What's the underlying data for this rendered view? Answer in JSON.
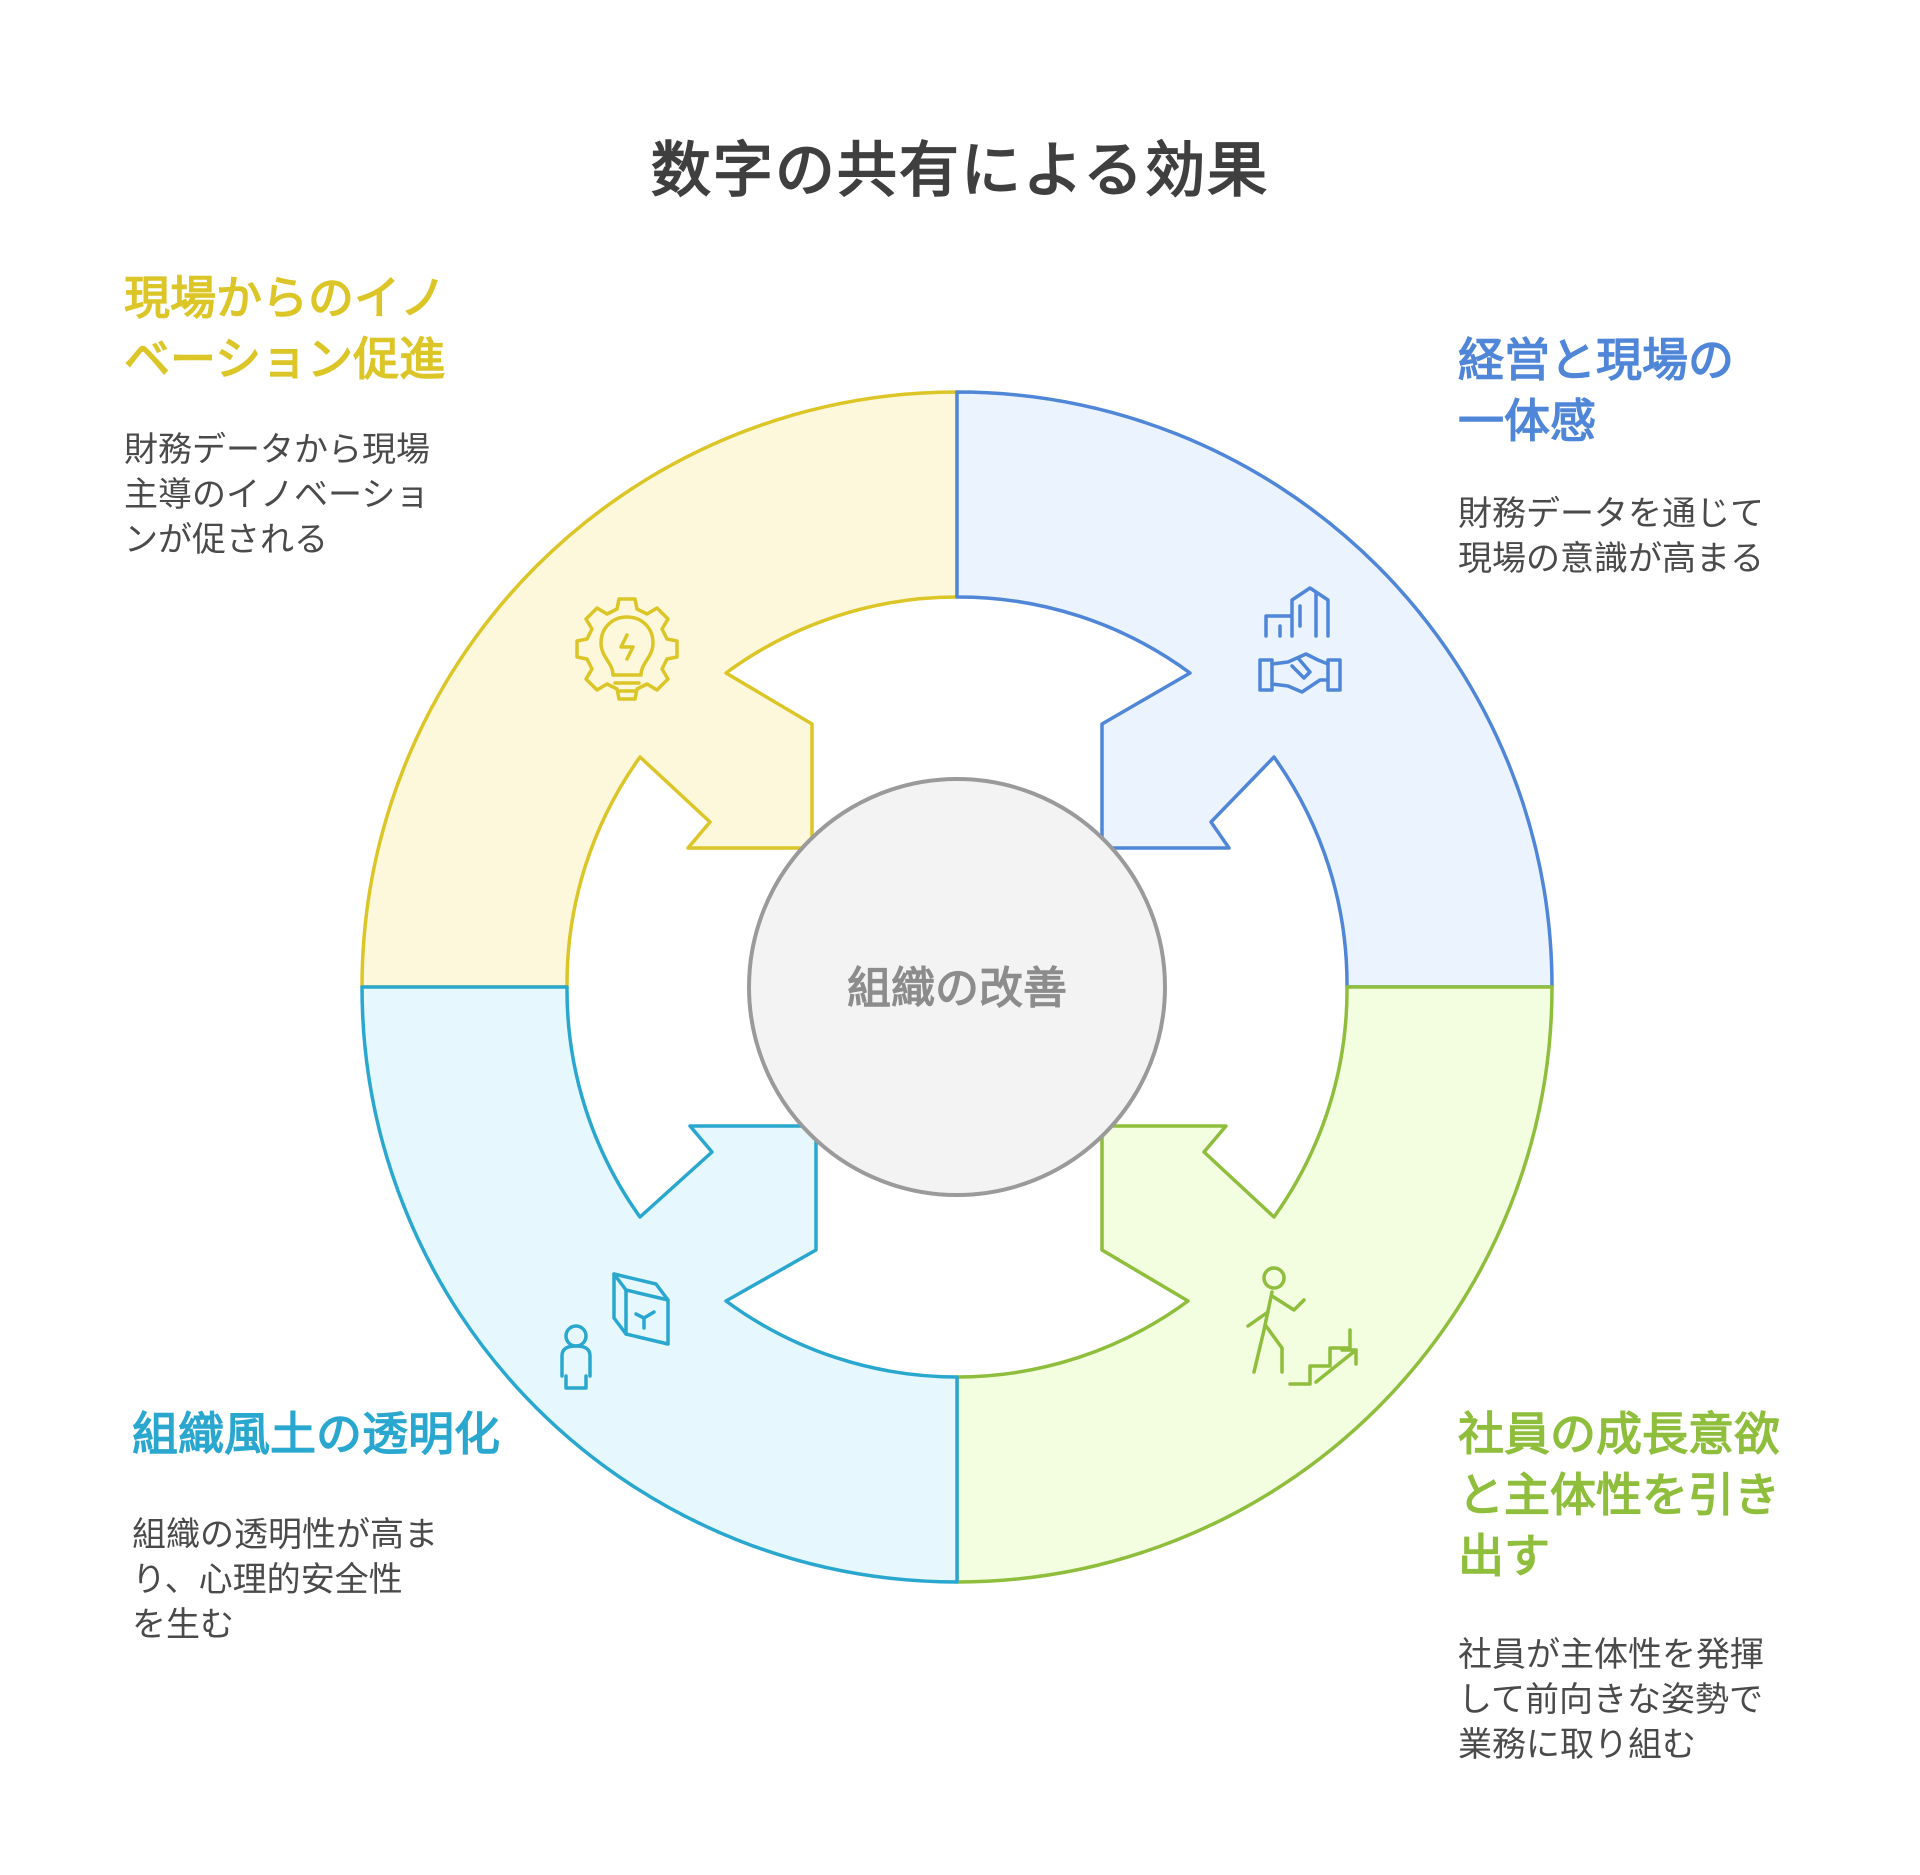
{
  "title": "数字の共有による効果",
  "center": {
    "label": "組織の改善"
  },
  "segments": [
    {
      "id": "top-left",
      "heading": "現場からのイノ\nベーション促進",
      "description": "財務データから現場\n主導のイノベーショ\nンが促される",
      "icon": "lightbulb-gear-icon",
      "color": "#dcc526",
      "fill": "#fdf8dc"
    },
    {
      "id": "top-right",
      "heading": "経営と現場の\n一体感",
      "description": "財務データを通じて\n現場の意識が高まる",
      "icon": "handshake-building-icon",
      "color": "#4f86d8",
      "fill": "#ebf3fe"
    },
    {
      "id": "bottom-left",
      "heading": "組織風土の透明化",
      "description": "組織の透明性が高ま\nり、心理的安全性\nを生む",
      "icon": "person-glass-box-icon",
      "color": "#2aa7cf",
      "fill": "#e6f7fd"
    },
    {
      "id": "bottom-right",
      "heading": "社員の成長意欲\nと主体性を引き\n出す",
      "description": "社員が主体性を発揮\nして前向きな姿勢で\n業務に取り組む",
      "icon": "person-climbing-stairs-icon",
      "color": "#8fbd3c",
      "fill": "#f3fde0"
    }
  ],
  "colors": {
    "title": "#3f3f3f",
    "body_text": "#4a4a4a",
    "center_stroke": "#9a9a9a",
    "center_fill": "#f3f3f3",
    "center_text": "#8c8c8c"
  }
}
